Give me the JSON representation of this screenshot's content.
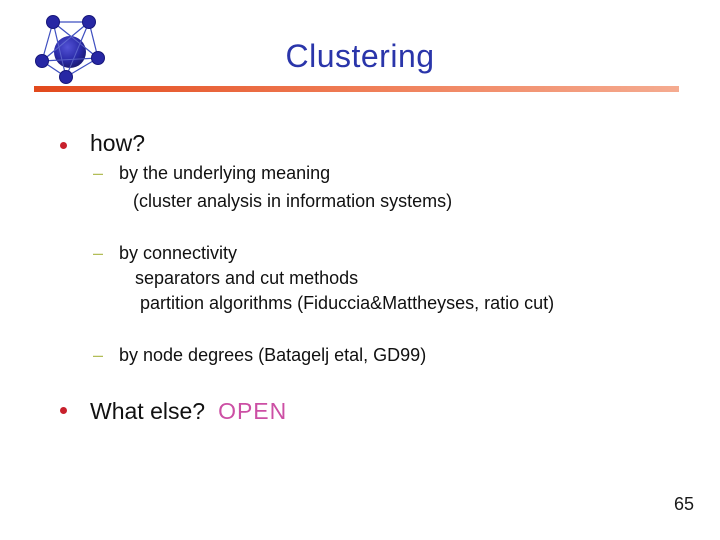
{
  "slide": {
    "title": "Clustering",
    "page_number": "65"
  },
  "colors": {
    "title_text": "#2a35aa",
    "accent_bar_left": "#e2491c",
    "accent_bar_right": "#f5ab90",
    "bullet_dot": "#c8202c",
    "sub_dash": "#b2bd57",
    "open_highlight": "#cc4fa4",
    "body_text": "#111111",
    "logo_node": "#2727a4",
    "logo_edge": "#3e4fc0"
  },
  "bullets": {
    "dash_char": "–"
  },
  "content": {
    "bullet1": {
      "label": "how?"
    },
    "sub_items": [
      {
        "text": "by the underlying meaning"
      },
      {
        "text": "(cluster analysis in information systems)"
      },
      {
        "text": "by connectivity"
      },
      {
        "text": "separators and cut methods"
      },
      {
        "text": "partition algorithms (Fiduccia&Mattheyses, ratio cut)"
      },
      {
        "text": "by node degrees (Batagelj etal, GD99)"
      }
    ],
    "bullet2": {
      "label": "What else?",
      "highlight": "OPEN"
    }
  }
}
